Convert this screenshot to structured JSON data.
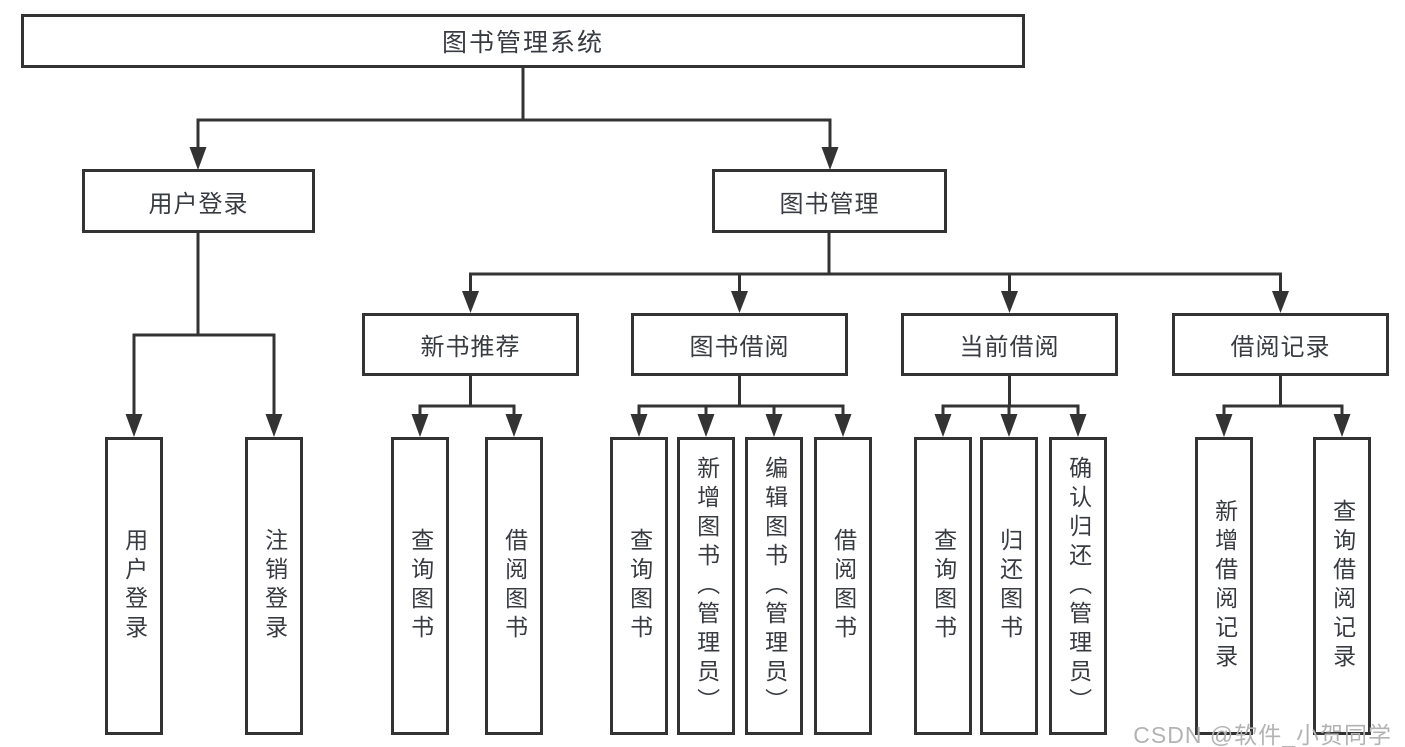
{
  "tree": {
    "root": "图书管理系统",
    "branches": [
      {
        "label": "用户登录",
        "children": [
          "用户登录",
          "注销登录"
        ]
      },
      {
        "label": "图书管理",
        "children": [
          {
            "label": "新书推荐",
            "children": [
              "查询图书",
              "借阅图书"
            ]
          },
          {
            "label": "图书借阅",
            "children": [
              "查询图书",
              "新增图书（管理员）",
              "编辑图书（管理员）",
              "借阅图书"
            ]
          },
          {
            "label": "当前借阅",
            "children": [
              "查询图书",
              "归还图书",
              "确认归还（管理员）"
            ]
          },
          {
            "label": "借阅记录",
            "children": [
              "新增借阅记录",
              "查询借阅记录"
            ]
          }
        ]
      }
    ]
  },
  "watermark": "CSDN @软件_小贺同学",
  "colors": {
    "line": "#333333",
    "box_border": "#333333",
    "box_fill": "#ffffff",
    "text": "#383c42",
    "watermark": "#b3b3b3",
    "background": "#ffffff"
  }
}
